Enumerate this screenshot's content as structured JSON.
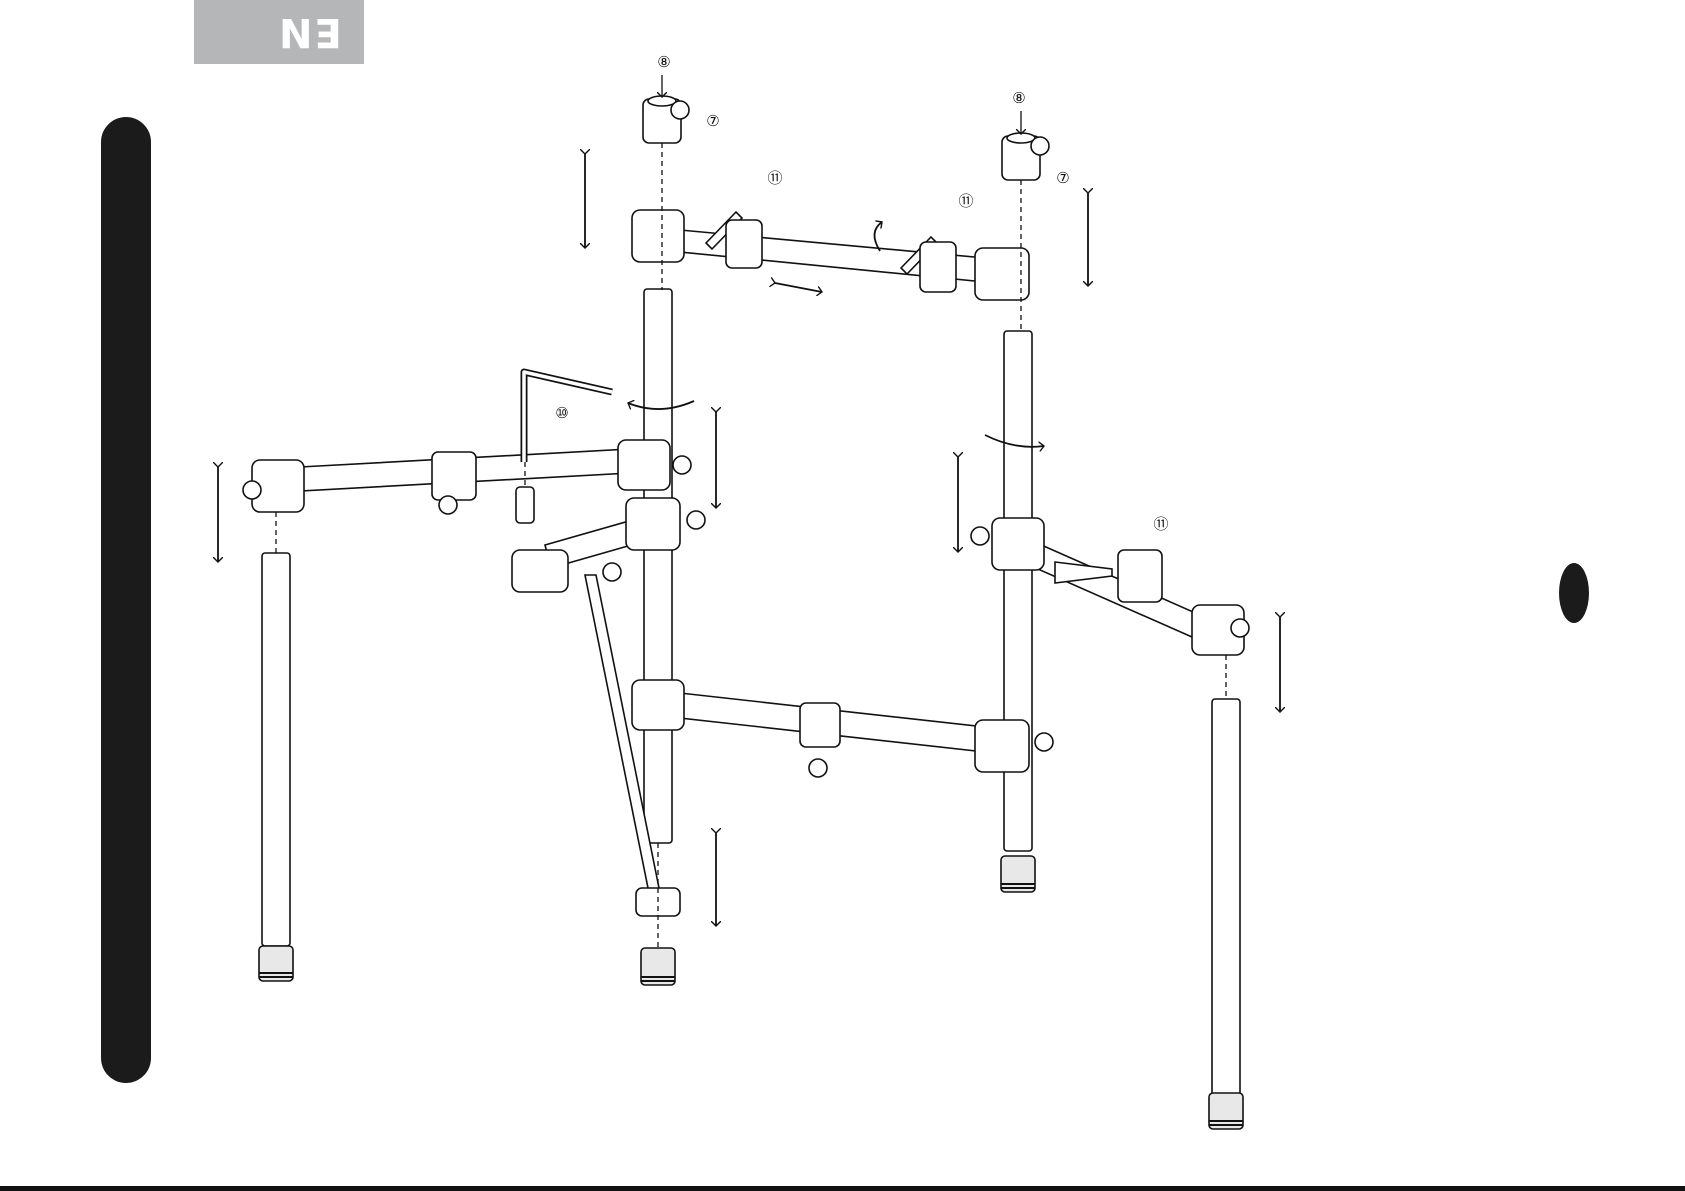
{
  "language_tab": {
    "label": "EN"
  },
  "callouts": [
    {
      "id": "c8a",
      "label": "⑧"
    },
    {
      "id": "c7a",
      "label": "⑦"
    },
    {
      "id": "c11a",
      "label": "⑪"
    },
    {
      "id": "c11b",
      "label": "⑪"
    },
    {
      "id": "c8b",
      "label": "⑧"
    },
    {
      "id": "c7b",
      "label": "⑦"
    },
    {
      "id": "c10",
      "label": "⑩"
    },
    {
      "id": "c11c",
      "label": "⑪"
    }
  ],
  "colors": {
    "tab": "#b5b6b8",
    "bar": "#1b1b1b",
    "line": "#111111"
  }
}
